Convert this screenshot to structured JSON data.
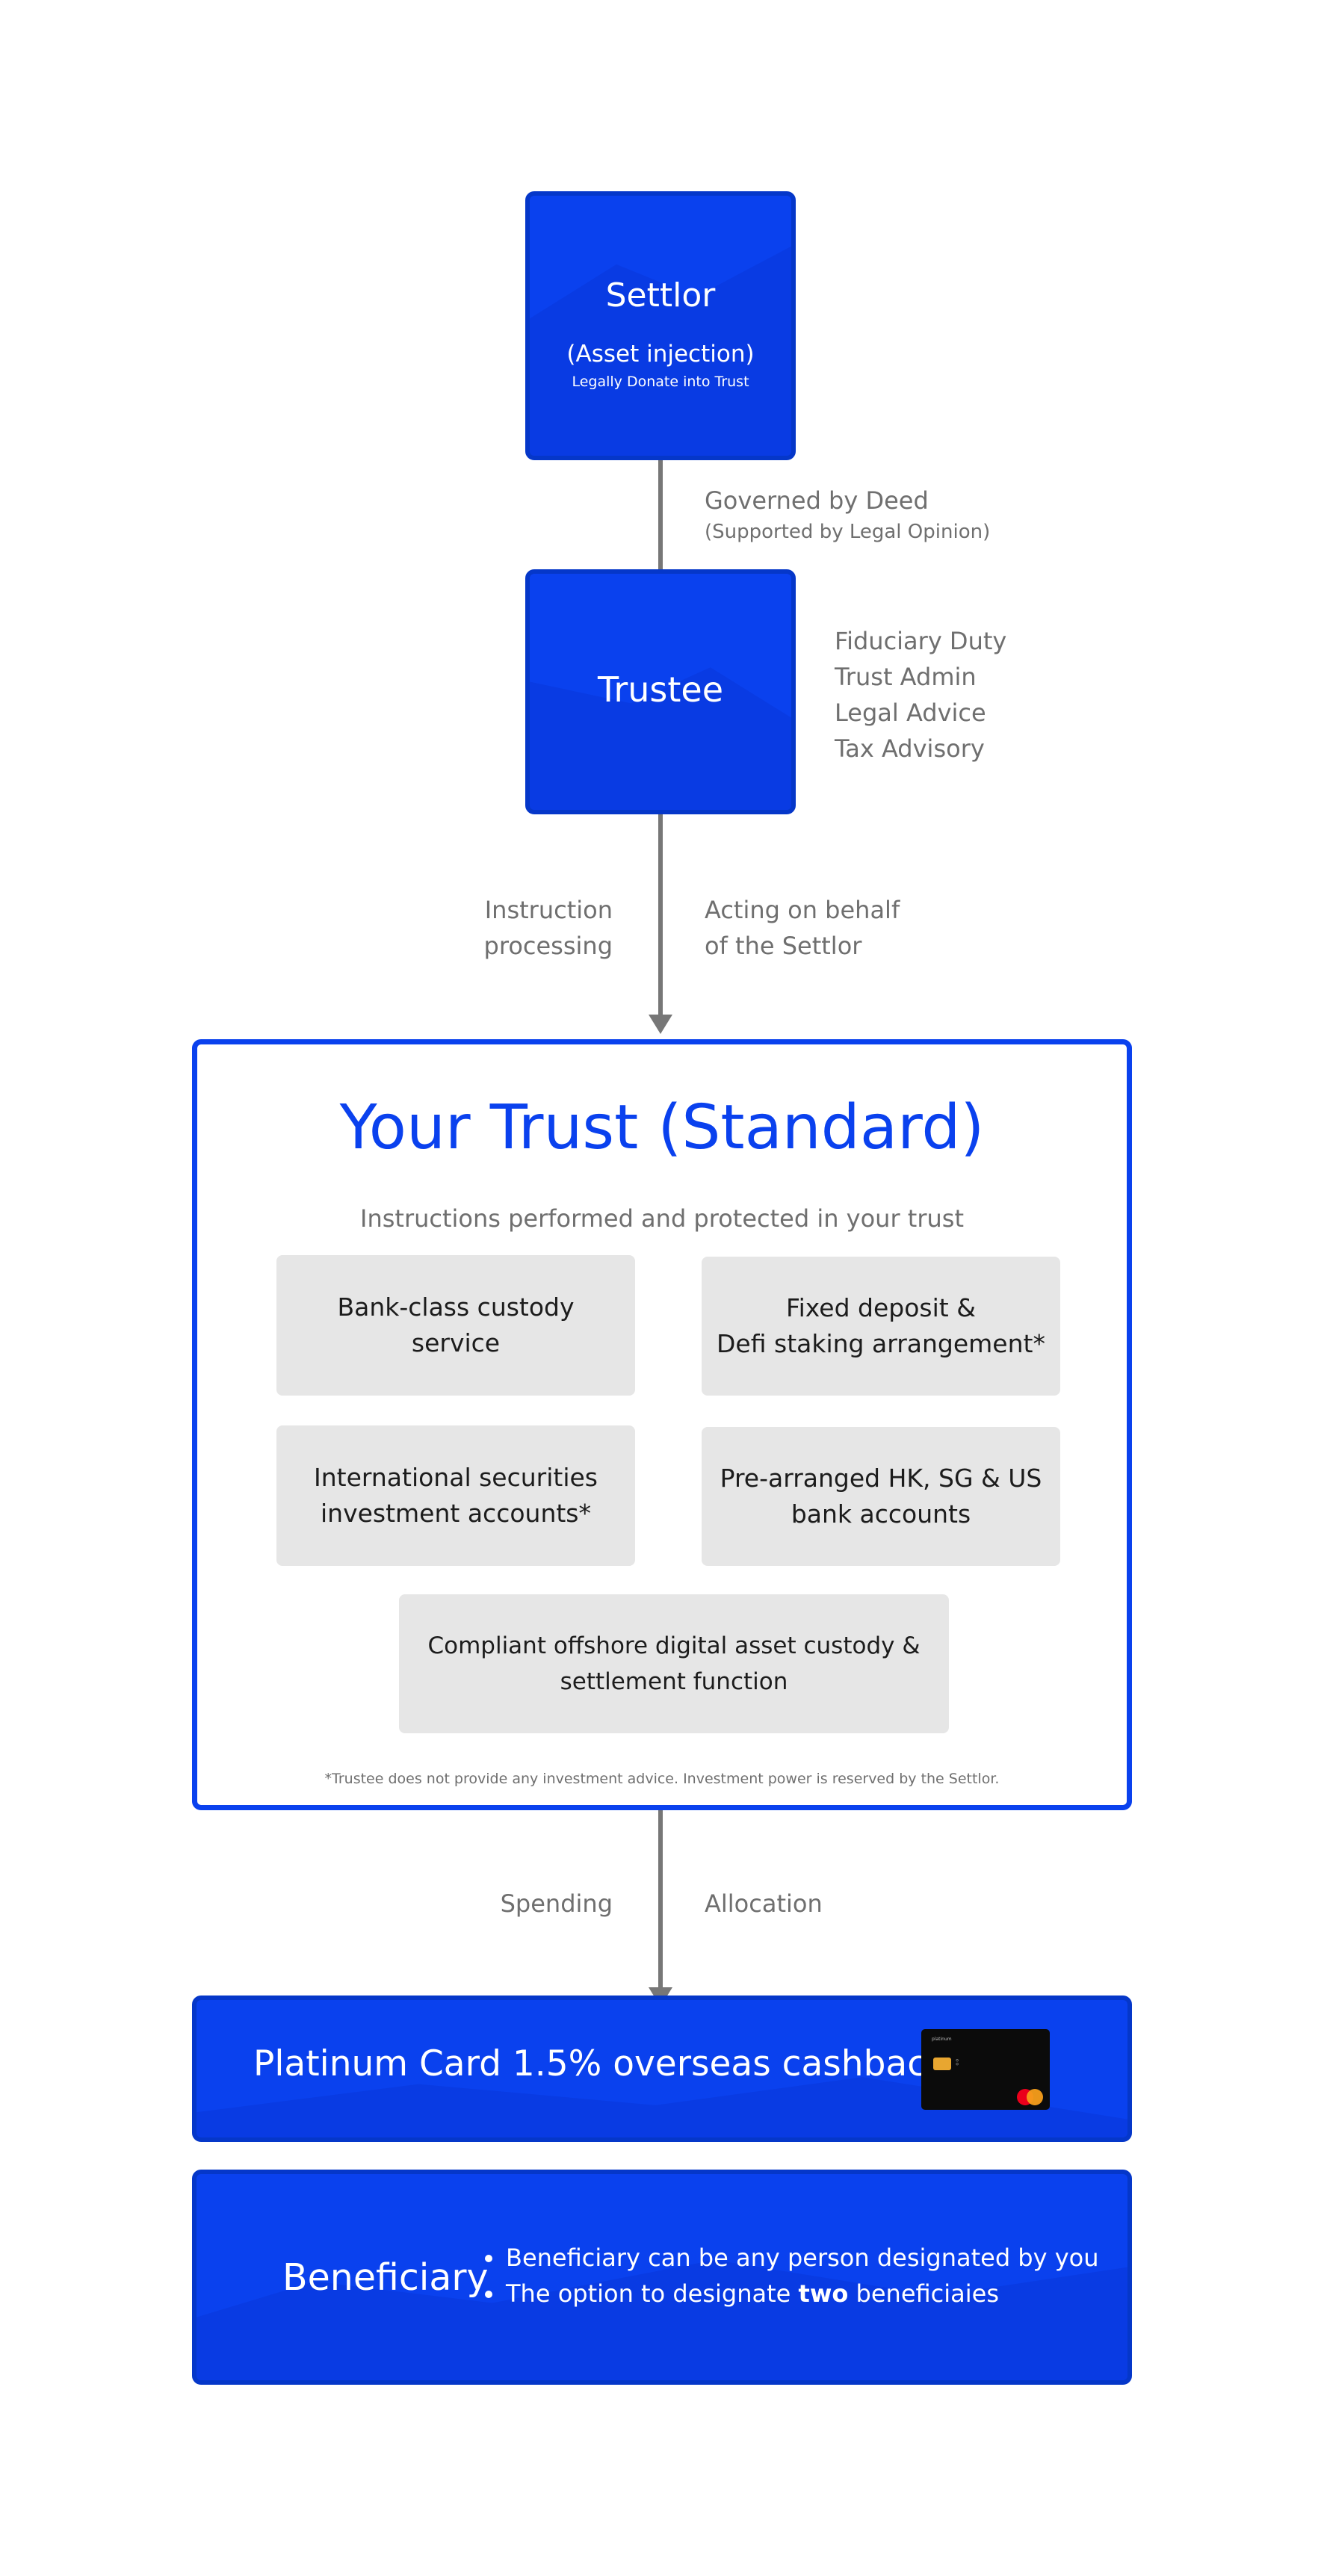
{
  "settlor": {
    "title": "Settlor",
    "subtitle": "(Asset injection)",
    "note": "Legally Donate into Trust"
  },
  "settlor_to_trustee": {
    "label": "Governed by Deed",
    "sublabel": "(Supported by Legal Opinion)"
  },
  "trustee": {
    "title": "Trustee",
    "duties": [
      "Fiduciary Duty",
      "Trust Admin",
      "Legal Advice",
      "Tax Advisory"
    ]
  },
  "trustee_to_trust": {
    "left_label": [
      "Instruction",
      "processing"
    ],
    "right_label": [
      "Acting on behalf",
      "of the Settlor"
    ]
  },
  "trust": {
    "title": "Your Trust (Standard)",
    "subtitle": "Instructions performed and protected in your trust",
    "features": [
      "Bank-class custody service",
      "Fixed deposit &\nDefi staking arrangement*",
      "International securities\ninvestment accounts*",
      "Pre-arranged HK, SG & US\nbank accounts",
      "Compliant offshore digital asset custody &\nsettlement function"
    ],
    "footnote": "*Trustee does not provide any investment advice. Investment power is reserved by the Settlor."
  },
  "trust_to_card": {
    "left_label": "Spending",
    "right_label": "Allocation"
  },
  "card": {
    "text": "Platinum Card 1.5% overseas cashback",
    "card_brand_text": "platinum",
    "icon": "credit-card-icon"
  },
  "beneficiary": {
    "title": "Beneficiary",
    "bullet_1": "Beneficiary can be any person designated by you",
    "bullet_2_prefix": "The option to designate ",
    "bullet_2_bold": "two",
    "bullet_2_suffix": " beneficiaies"
  },
  "colors": {
    "brand_blue": "#0a41ee",
    "connector_grey": "#777777",
    "feature_grey": "#e6e6e6",
    "label_grey": "#6f6f6f"
  }
}
